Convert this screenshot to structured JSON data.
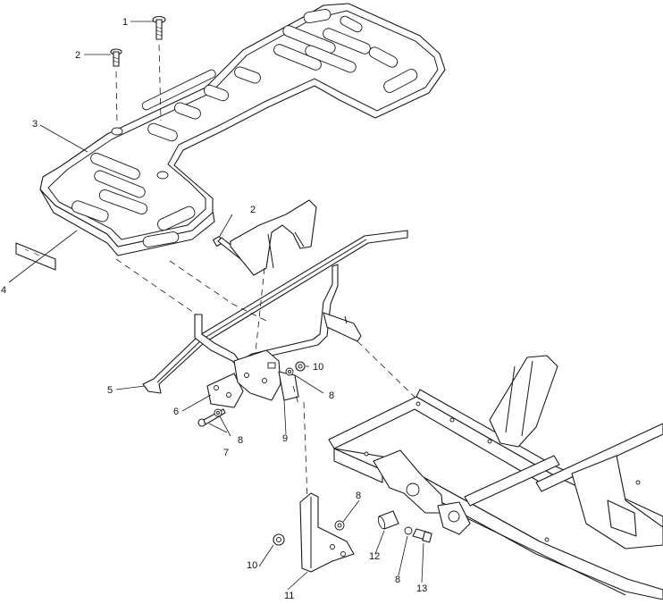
{
  "diagram": {
    "callouts": [
      {
        "id": "c1",
        "text": "1"
      },
      {
        "id": "c2a",
        "text": "2"
      },
      {
        "id": "c2b",
        "text": "2"
      },
      {
        "id": "c3",
        "text": "3"
      },
      {
        "id": "c4",
        "text": "4"
      },
      {
        "id": "c5",
        "text": "5"
      },
      {
        "id": "c6",
        "text": "6"
      },
      {
        "id": "c7",
        "text": "7"
      },
      {
        "id": "c8a",
        "text": "8"
      },
      {
        "id": "c8b",
        "text": "8"
      },
      {
        "id": "c8c",
        "text": "8"
      },
      {
        "id": "c8d",
        "text": "8"
      },
      {
        "id": "c9",
        "text": "9"
      },
      {
        "id": "c10a",
        "text": "10"
      },
      {
        "id": "c10b",
        "text": "10"
      },
      {
        "id": "c11",
        "text": "11"
      },
      {
        "id": "c12",
        "text": "12"
      },
      {
        "id": "c13",
        "text": "13"
      }
    ]
  }
}
